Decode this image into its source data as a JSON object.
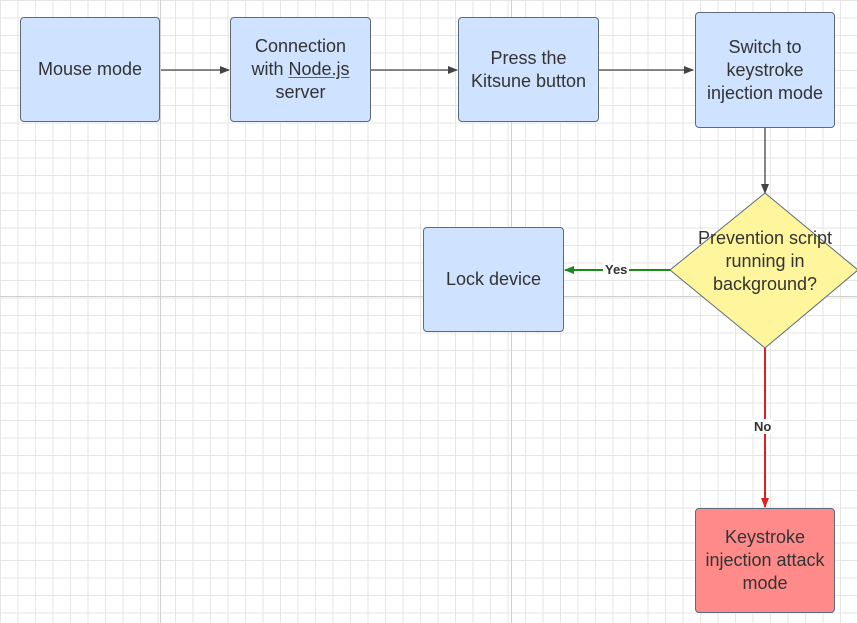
{
  "diagram": {
    "nodes": {
      "mouse_mode": "Mouse mode",
      "connection_prefix": "Connection with",
      "connection_link": "Node.js",
      "connection_suffix": "server",
      "press_kitsune": "Press the Kitsune button",
      "switch_mode": "Switch to keystroke injection mode",
      "decision": "Prevention script running in background?",
      "lock_device": "Lock device",
      "attack_mode": "Keystroke injection attack mode"
    },
    "edges": {
      "yes_label": "Yes",
      "no_label": "No"
    },
    "colors": {
      "process_fill": "#cfe2ff",
      "decision_fill": "#fff59d",
      "attack_fill": "#ff8a8a",
      "default_edge": "#444444",
      "yes_edge": "#1a8a1a",
      "no_edge": "#e02020"
    }
  }
}
